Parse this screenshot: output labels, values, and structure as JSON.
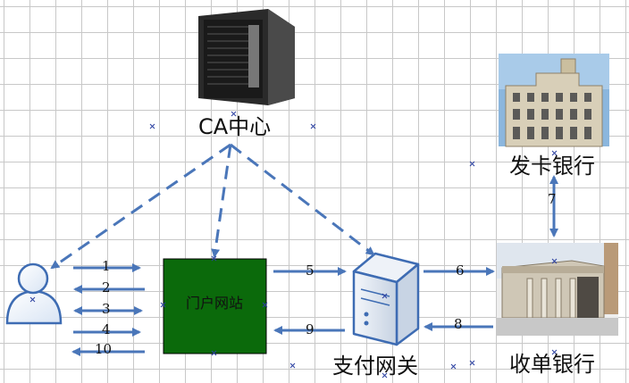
{
  "nodes": {
    "ca_center": "CA中心",
    "issuing_bank": "发卡银行",
    "portal_site": "门户网站",
    "payment_gateway": "支付网关",
    "acquiring_bank": "收单银行"
  },
  "edge_labels": {
    "e1": "1",
    "e2": "2",
    "e3": "3",
    "e4": "4",
    "e10": "10",
    "e5": "5",
    "e6": "6",
    "e7": "7",
    "e8": "8",
    "e9": "9"
  },
  "colors": {
    "arrow": "#4a76b9",
    "portal_fill": "#0b6a0b",
    "marker": "#2a3fa0"
  },
  "icons": {
    "user": "user-icon",
    "ca_server": "server-tower-icon",
    "gateway_server": "server-icon",
    "issuing_bank": "bank-building-photo",
    "acquiring_bank": "bank-building-photo"
  }
}
